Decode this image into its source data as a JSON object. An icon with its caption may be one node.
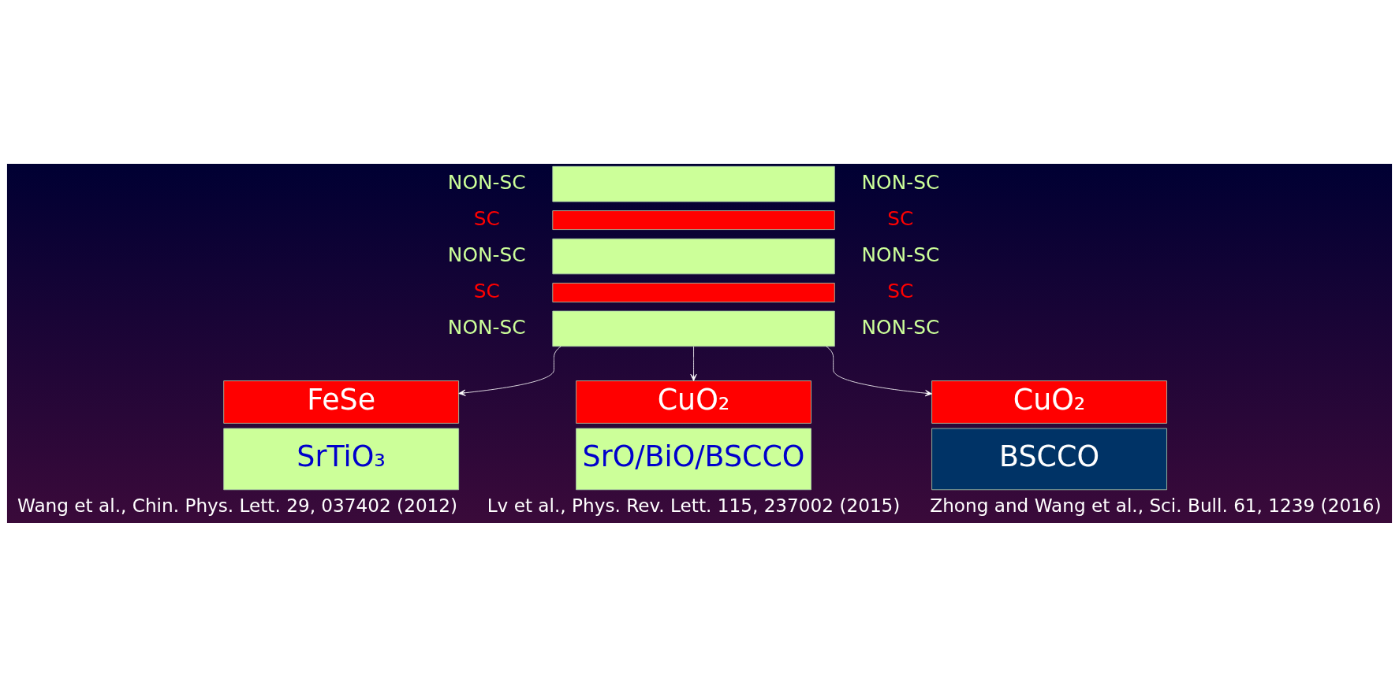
{
  "diagram": {
    "nodes": [
      {
        "text": [],
        "shape": "bar",
        "beside": [
          "NON-SC",
          "NON-SC"
        ]
      },
      {
        "text": [],
        "shape": "bar",
        "beside": [
          "SC",
          "SC"
        ]
      },
      {
        "text": [],
        "shape": "bar",
        "beside": [
          "NON-SC",
          "NON-SC"
        ]
      },
      {
        "text": [],
        "shape": "bar",
        "beside": [
          "SC",
          "SC"
        ]
      },
      {
        "text": [],
        "shape": "bar",
        "beside": [
          "NON-SC",
          "NON-SC"
        ]
      },
      {
        "text": [
          "FeSe"
        ]
      },
      {
        "text": [
          "SrTiO₃"
        ],
        "beside": [
          "Wang et al., Chin. Phys. Lett. 29, 037402 (2012)"
        ]
      },
      {
        "text": [
          "CuO₂"
        ]
      },
      {
        "text": [
          "SrO/BiO/BSCCO"
        ],
        "beside": [
          "Lv et al., Phys. Rev. Lett. 115, 237002 (2015)"
        ]
      },
      {
        "text": [
          "CuO₂"
        ]
      },
      {
        "text": [
          "BSCCO"
        ],
        "beside": [
          "Zhong and Wang et al., Sci. Bull. 61, 1239 (2016)"
        ]
      }
    ],
    "edges": [
      {
        "from": 4,
        "to": 5,
        "arrow": "to"
      },
      {
        "from": 4,
        "to": 7,
        "arrow": "to"
      },
      {
        "from": 4,
        "to": 9,
        "arrow": "to"
      }
    ]
  }
}
